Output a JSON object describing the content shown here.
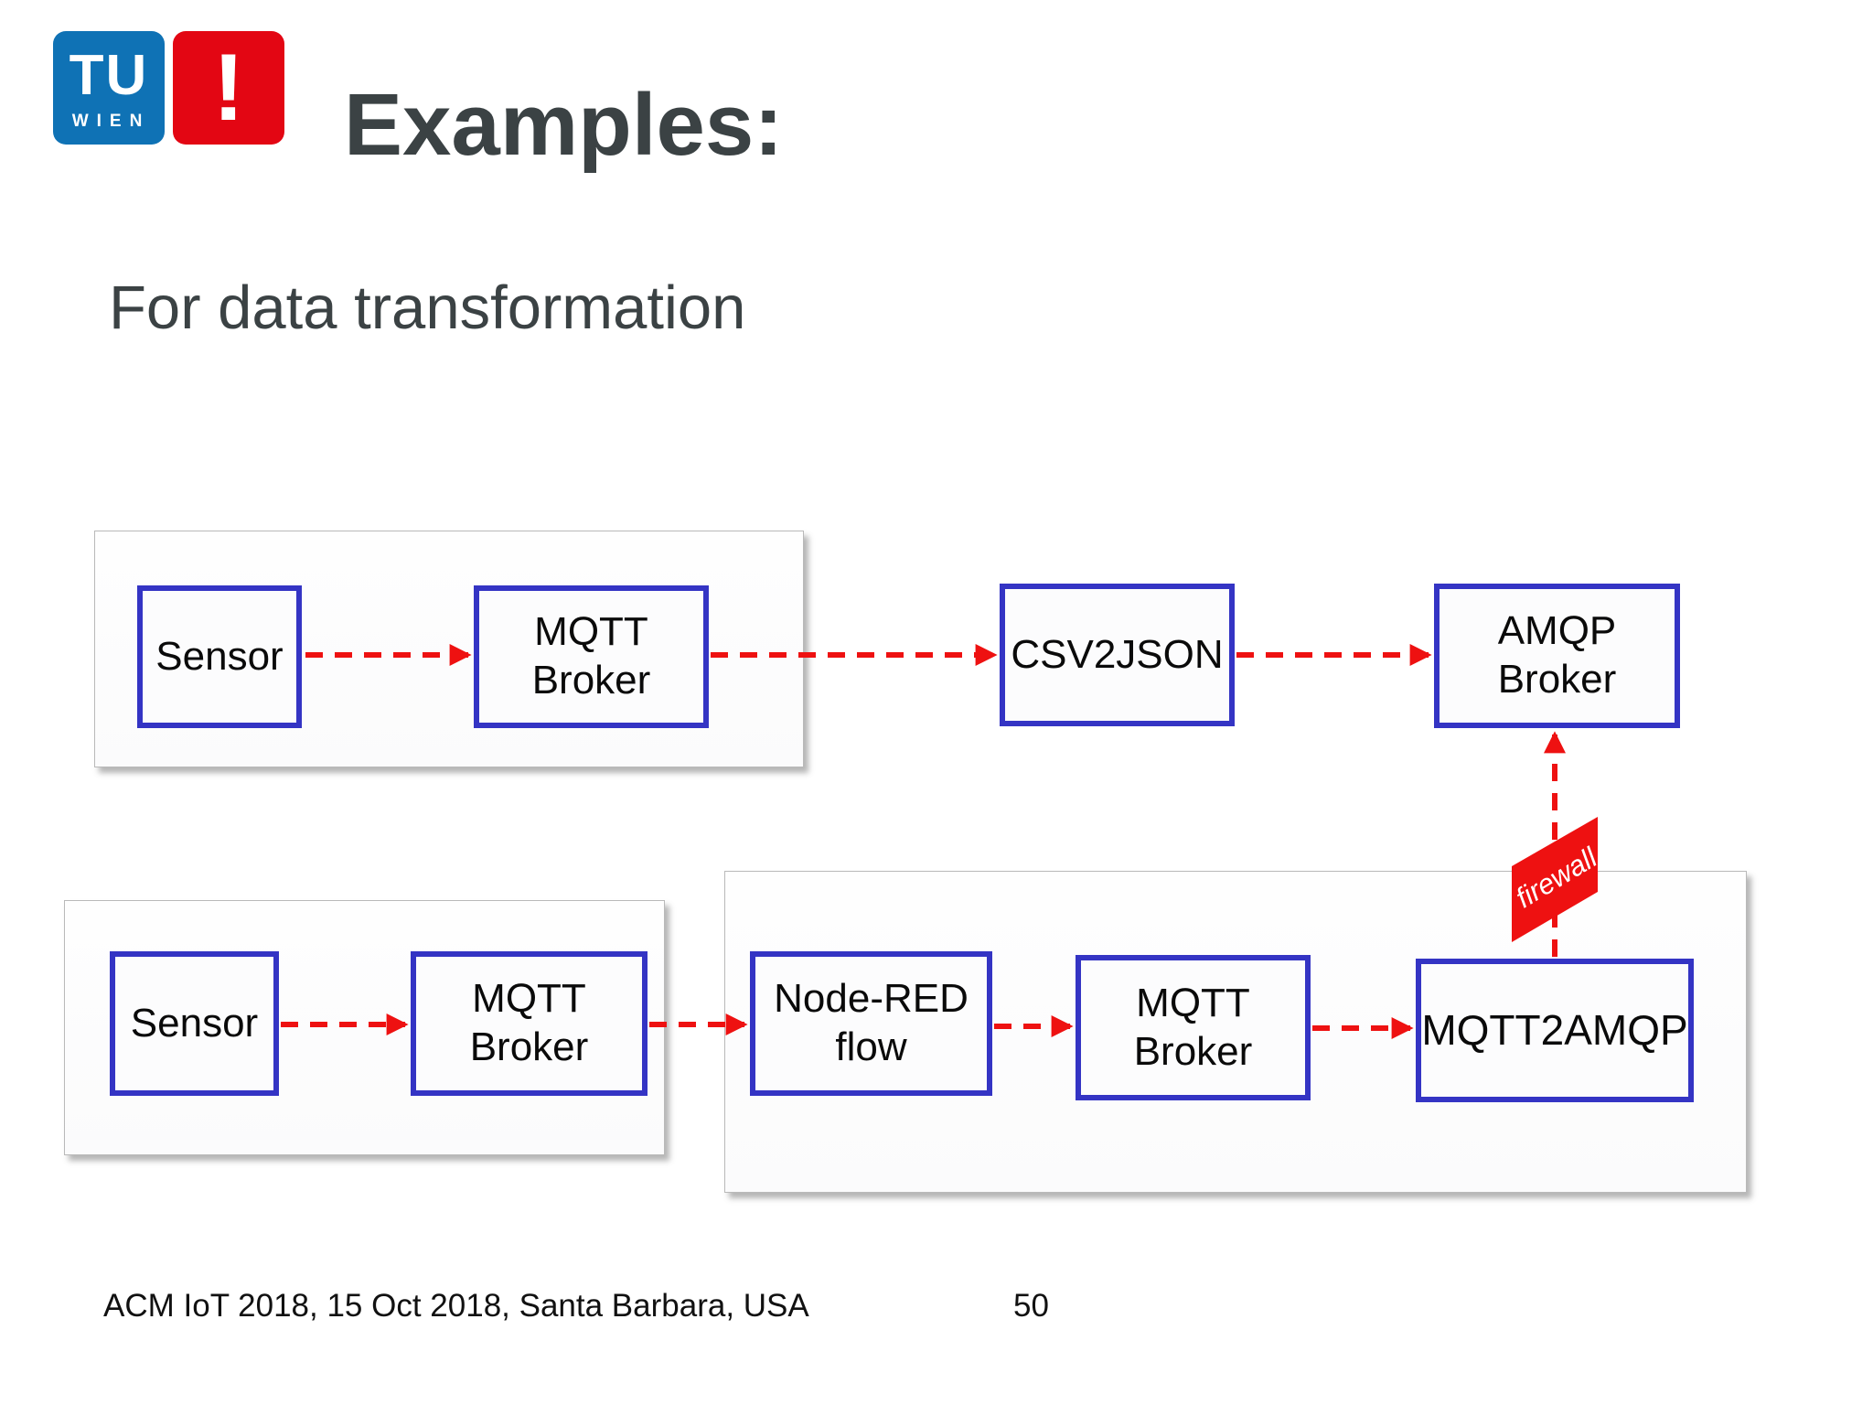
{
  "slide": {
    "title": "Examples:",
    "subtitle": "For data transformation",
    "footer_text": "ACM IoT 2018, 15 Oct 2018, Santa Barbara, USA",
    "page_number": "50"
  },
  "logo": {
    "tu_text": "TU",
    "wien_text": "WIEN",
    "exclamation": "!"
  },
  "colors": {
    "tu_blue": "#0f72b5",
    "logo_red": "#e30613",
    "box_border_blue": "#3434c4",
    "arrow_red": "#ee1111",
    "heading_gray": "#3b4244"
  },
  "diagram": {
    "top_flow": {
      "boxes": [
        {
          "id": "sensor-1",
          "label": "Sensor"
        },
        {
          "id": "mqtt-broker-1",
          "label": "MQTT\nBroker"
        },
        {
          "id": "csv2json",
          "label": "CSV2JSON"
        },
        {
          "id": "amqp-broker",
          "label": "AMQP\nBroker"
        }
      ]
    },
    "bottom_flow": {
      "boxes": [
        {
          "id": "sensor-2",
          "label": "Sensor"
        },
        {
          "id": "mqtt-broker-2",
          "label": "MQTT\nBroker"
        },
        {
          "id": "node-red-flow",
          "label": "Node-RED\nflow"
        },
        {
          "id": "mqtt-broker-3",
          "label": "MQTT\nBroker"
        },
        {
          "id": "mqtt2amqp",
          "label": "MQTT2AMQP"
        }
      ]
    },
    "firewall_label": "firewall"
  }
}
